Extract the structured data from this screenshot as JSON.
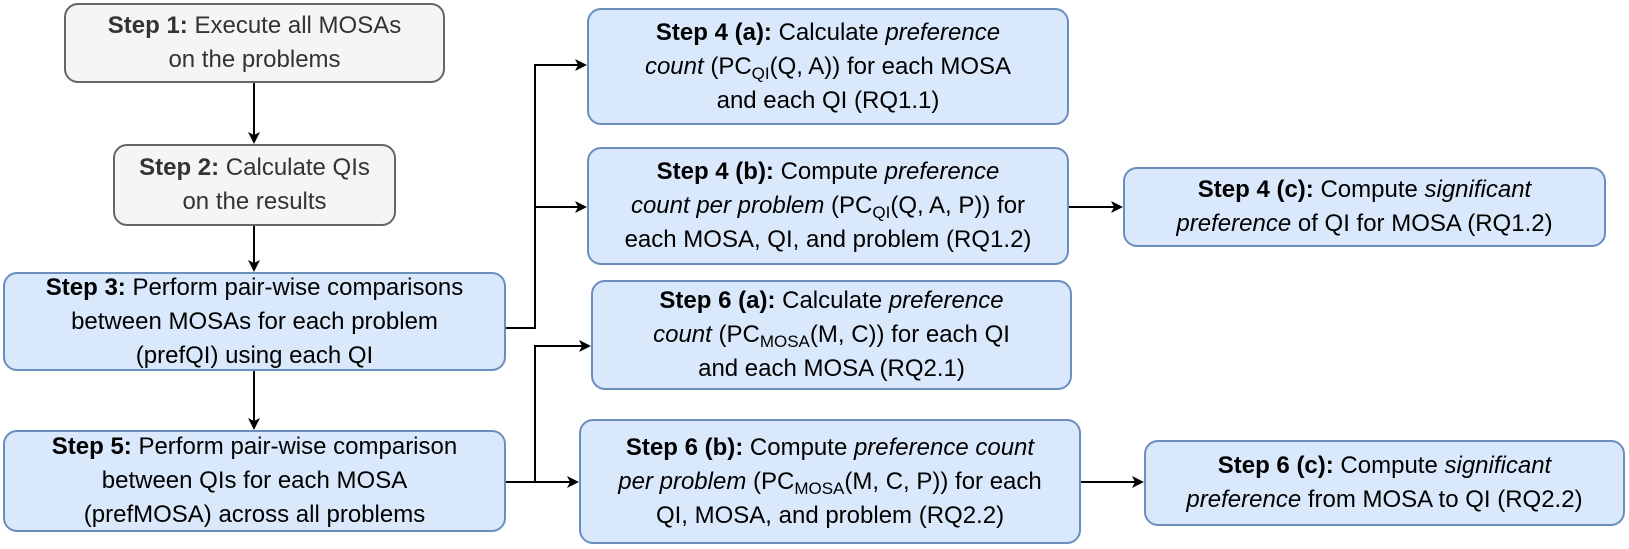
{
  "steps": {
    "s1": {
      "bold": "Step 1:",
      "line1": " Execute all MOSAs",
      "line2": "on the problems"
    },
    "s2": {
      "bold": "Step 2:",
      "line1": " Calculate QIs",
      "line2": "on the results"
    },
    "s3": {
      "bold": "Step 3:",
      "line1": " Perform pair-wise comparisons",
      "line2": "between MOSAs for each problem",
      "line3": "(prefQI) using each QI"
    },
    "s5": {
      "bold": "Step 5:",
      "line1": " Perform pair-wise comparison",
      "line2": "between QIs for each MOSA",
      "line3": "(prefMOSA) across all problems"
    },
    "s4a": {
      "bold": "Step 4 (a):",
      "pre": " Calculate ",
      "ital1": "preference",
      "ital2": "count",
      "pc": " (PC",
      "sub": "QI",
      "args": "(Q, A)) for each MOSA",
      "line3": "and each QI (RQ1.1)"
    },
    "s4b": {
      "bold": "Step 4 (b):",
      "pre": " Compute ",
      "ital1": "preference",
      "ital2": "count per problem",
      "pc": " (PC",
      "sub": "QI",
      "args": "(Q, A, P)) for",
      "line3": "each MOSA, QI, and problem (RQ1.2)"
    },
    "s4c": {
      "bold": "Step 4 (c):",
      "pre": " Compute ",
      "ital1": "significant",
      "ital2": "preference",
      "rest": " of QI for MOSA (RQ1.2)"
    },
    "s6a": {
      "bold": "Step 6 (a):",
      "pre": " Calculate ",
      "ital1": "preference",
      "ital2": "count",
      "pc": " (PC",
      "sub": "MOSA",
      "args": "(M, C)) for each QI",
      "line3": "and each MOSA (RQ2.1)"
    },
    "s6b": {
      "bold": "Step 6 (b):",
      "pre": " Compute ",
      "ital1": "preference count",
      "ital2": "per problem",
      "pc": " (PC",
      "sub": "MOSA",
      "args": "(M, C, P)) for each",
      "line3": "QI, MOSA, and problem (RQ2.2)"
    },
    "s6c": {
      "bold": "Step 6 (c):",
      "pre": " Compute ",
      "ital1": "significant",
      "ital2": "preference",
      "rest": " from MOSA to QI (RQ2.2)"
    }
  },
  "colors": {
    "blue_fill": "#dae8fc",
    "blue_stroke": "#6c8ebf",
    "gray_fill": "#f5f5f5",
    "gray_stroke": "#666666",
    "edge": "#000000"
  }
}
